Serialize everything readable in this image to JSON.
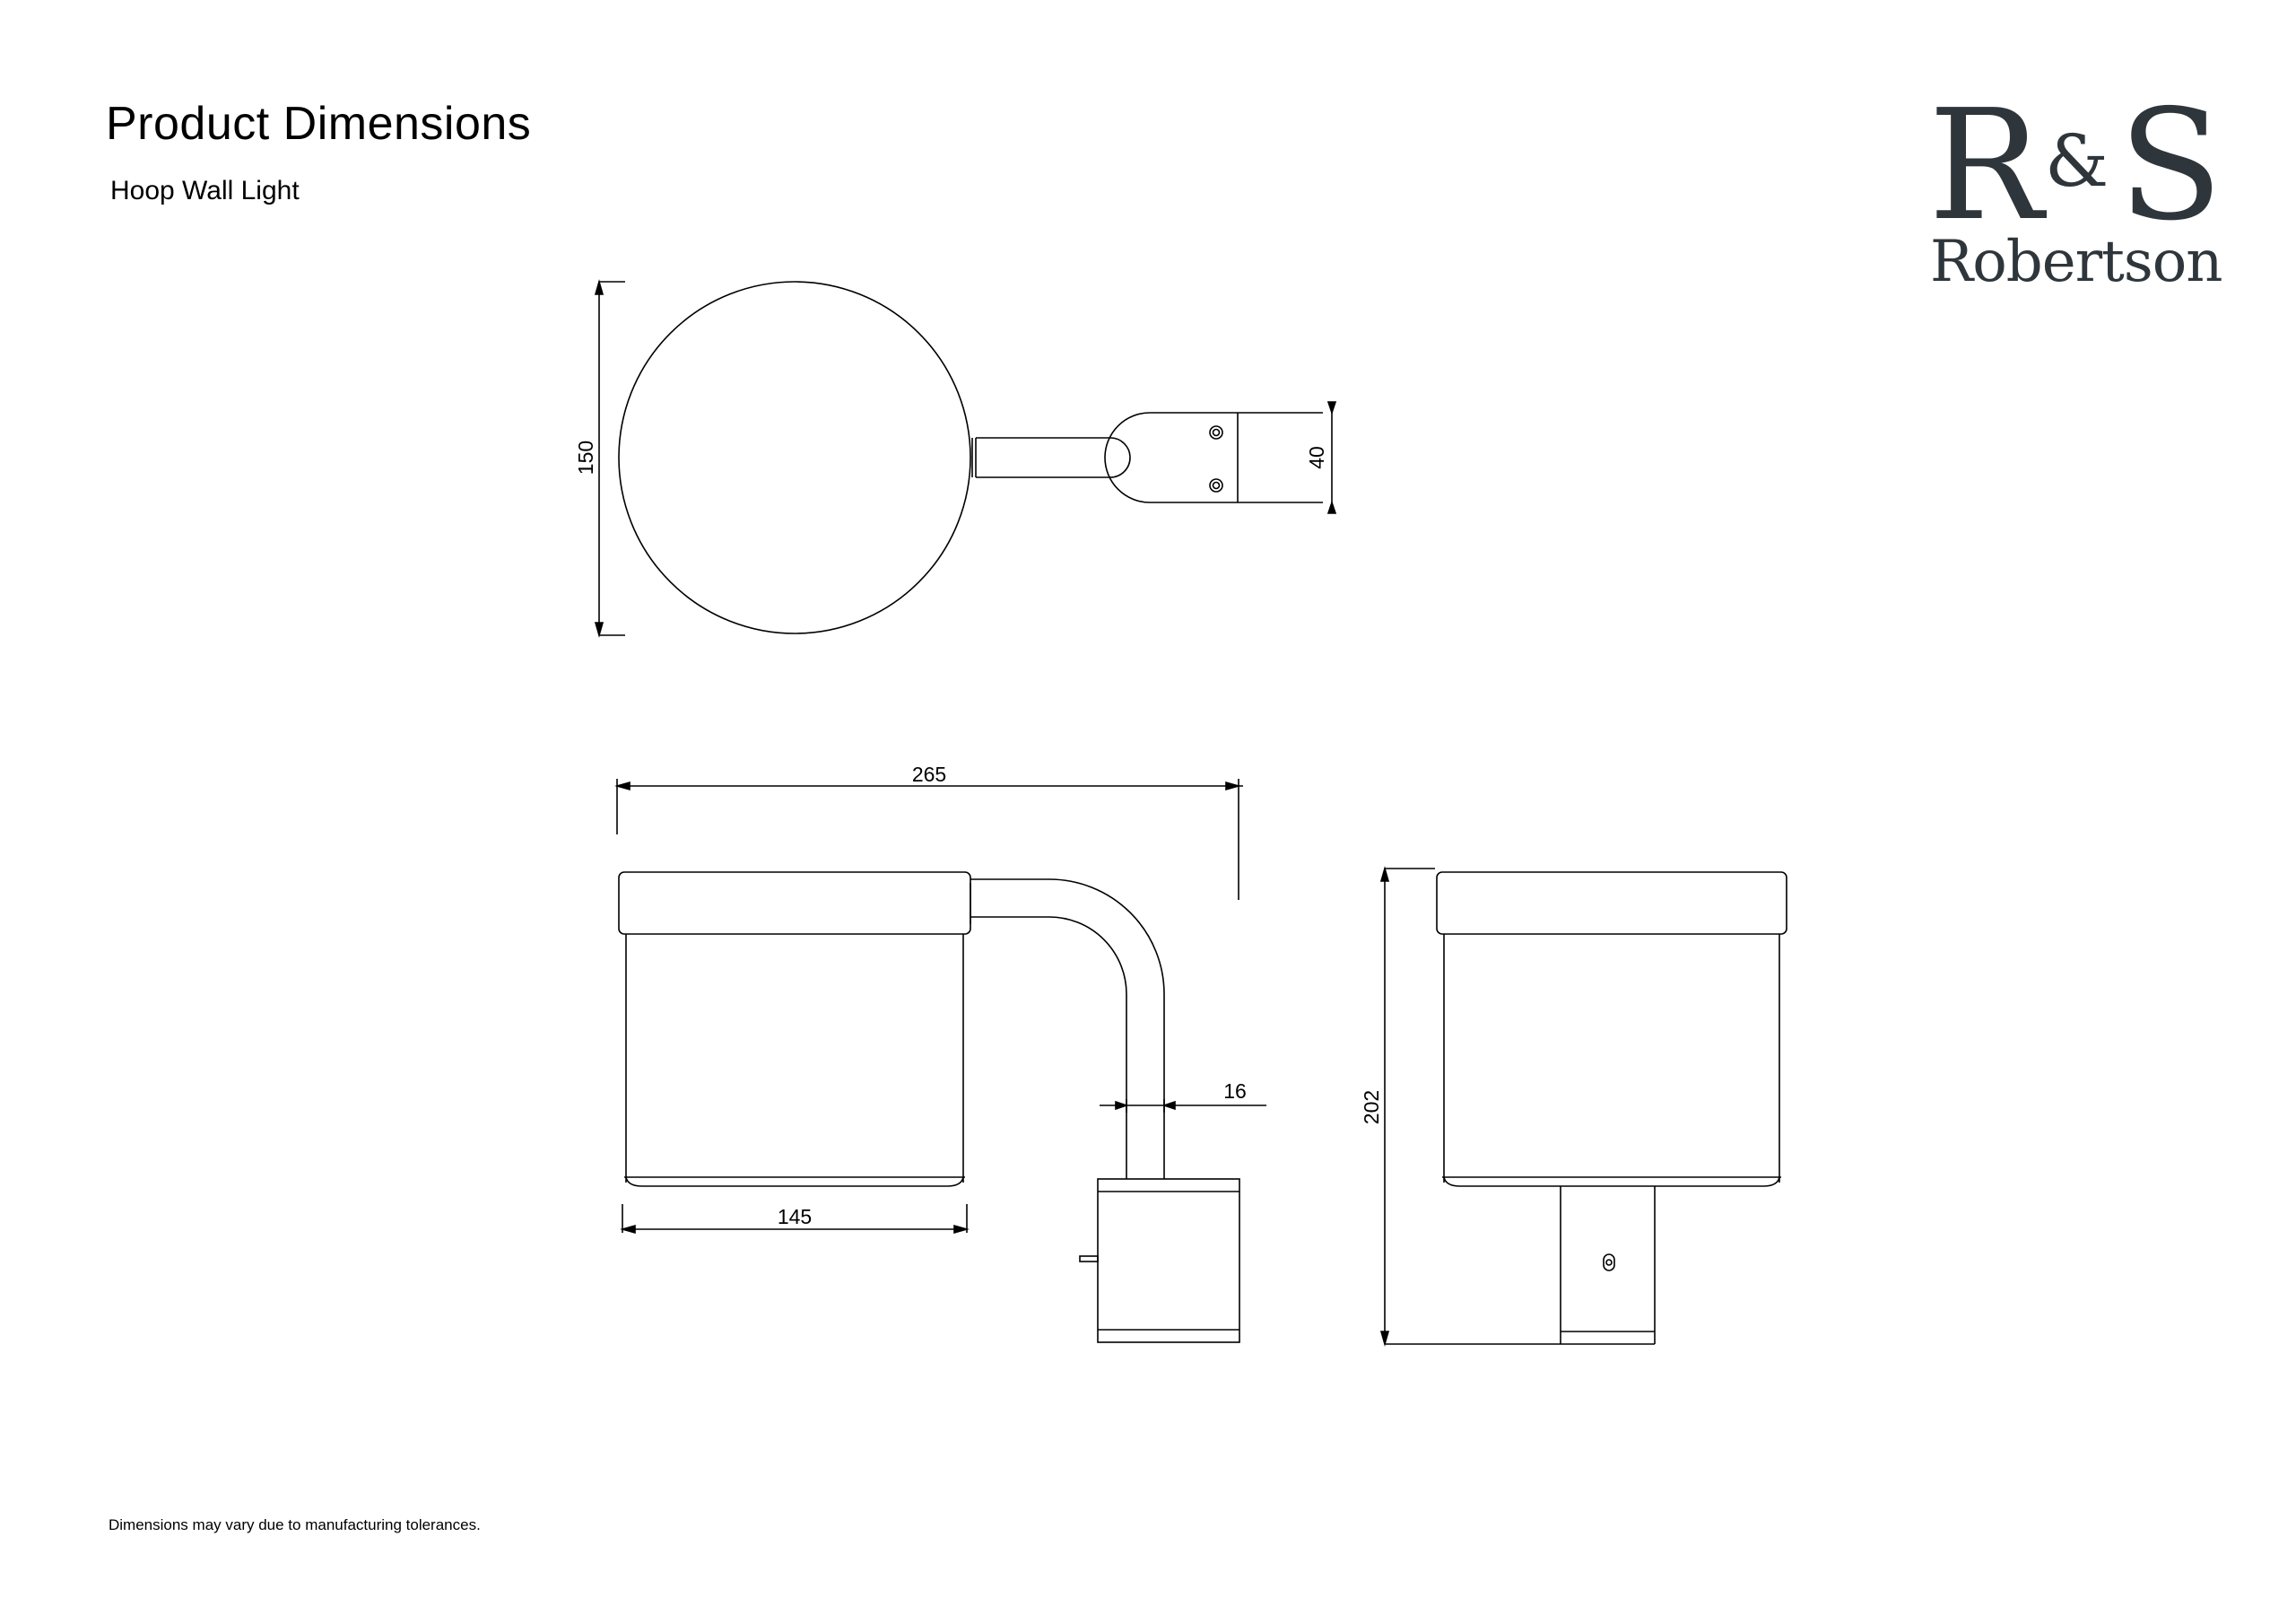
{
  "header": {
    "title": "Product Dimensions",
    "subtitle": "Hoop Wall Light"
  },
  "brand": {
    "logo_mark": "R & S",
    "logo_word": "Robertson",
    "color": "#2f363b"
  },
  "dimensions": {
    "height_top_view": "150",
    "bracket_height": "40",
    "overall_width": "265",
    "shade_width": "145",
    "arm_diameter": "16",
    "overall_height": "202"
  },
  "footer": {
    "note": "Dimensions may vary due to manufacturing tolerances."
  }
}
